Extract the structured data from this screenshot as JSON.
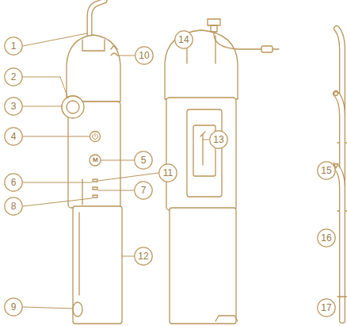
{
  "diagram": {
    "nodes": [
      {
        "text": [
          "1"
        ]
      },
      {
        "text": [
          "2"
        ]
      },
      {
        "text": [
          "3"
        ]
      },
      {
        "text": [
          "4"
        ]
      },
      {
        "text": [
          "5"
        ]
      },
      {
        "text": [
          "6"
        ]
      },
      {
        "text": [
          "7"
        ]
      },
      {
        "text": [
          "8"
        ]
      },
      {
        "text": [
          "9"
        ]
      },
      {
        "text": [
          "10"
        ]
      },
      {
        "text": [
          "11"
        ]
      },
      {
        "text": [
          "12"
        ]
      },
      {
        "text": [
          "13"
        ]
      },
      {
        "text": [
          "14"
        ]
      },
      {
        "text": [
          "15"
        ]
      },
      {
        "text": [
          "16"
        ]
      },
      {
        "text": [
          "17"
        ]
      }
    ],
    "labels": [
      "M"
    ]
  }
}
